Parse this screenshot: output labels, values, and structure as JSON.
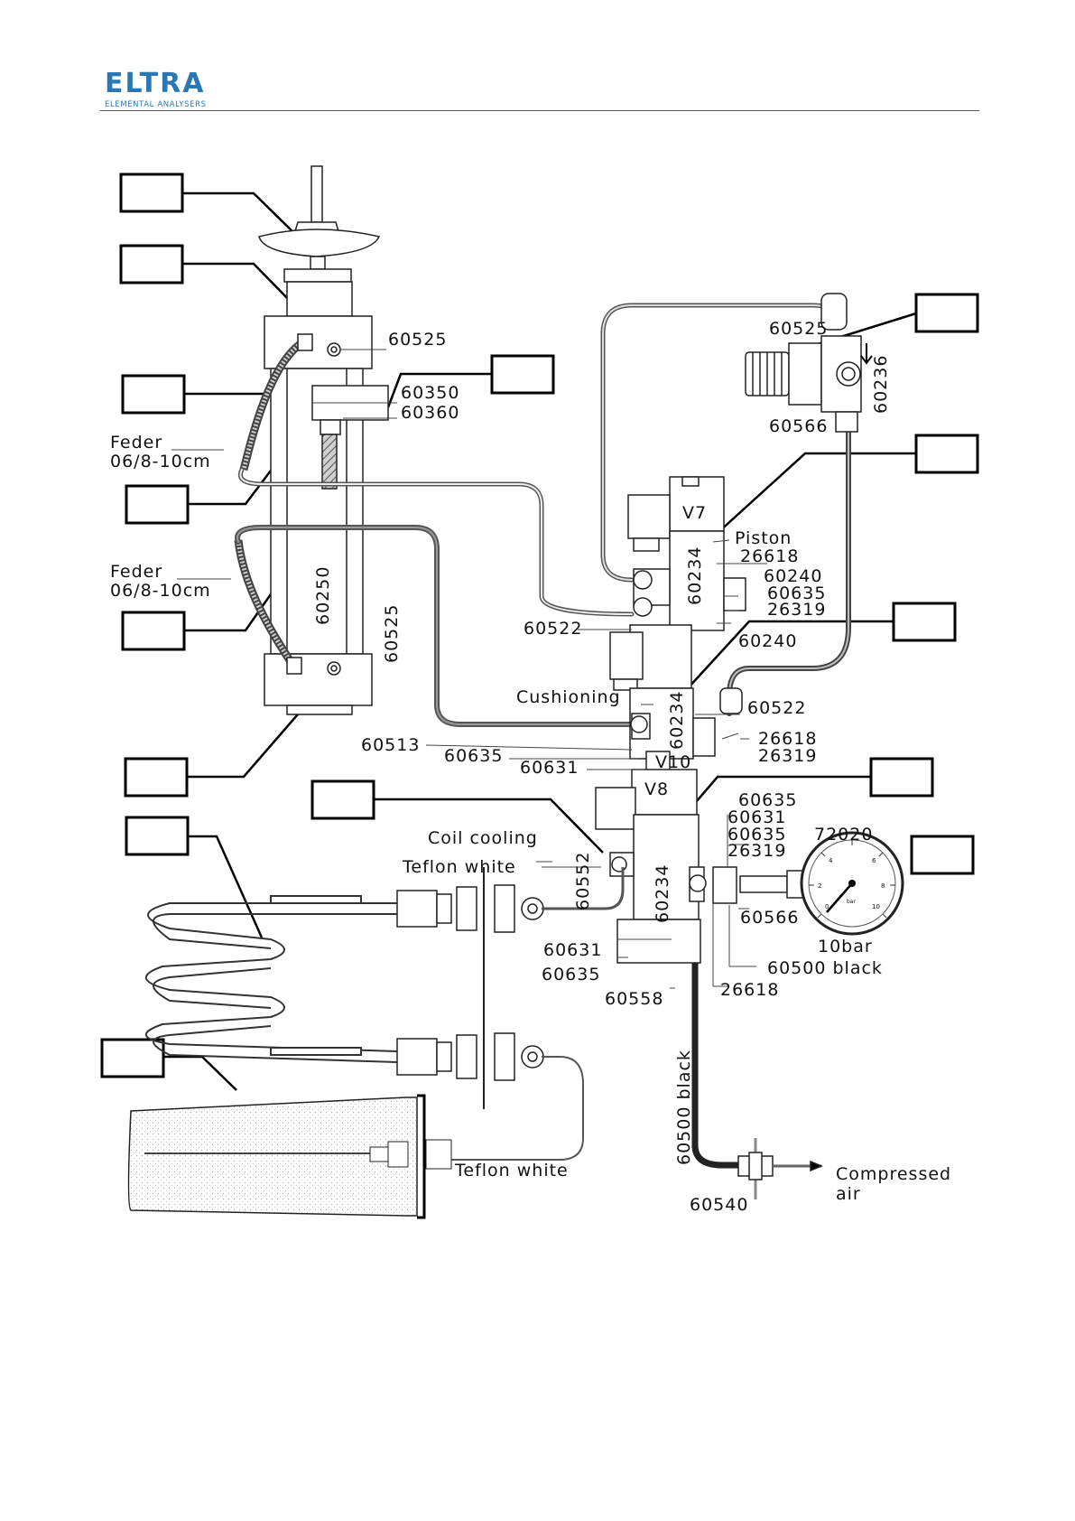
{
  "header": {
    "logo": "ELTRA",
    "logo_subtitle": "ELEMENTAL ANALYSERS"
  },
  "labels": {
    "l_60525_top": "60525",
    "l_60350": "60350",
    "l_60360": "60360",
    "l_feder1_a": "Feder",
    "l_feder1_b": "06/8-10cm",
    "l_feder2_a": "Feder",
    "l_feder2_b": "06/8-10cm",
    "l_60250": "60250",
    "l_60525_side": "60525",
    "l_60525_reg": "60525",
    "l_60236": "60236",
    "l_60566_reg": "60566",
    "l_v7": "V7",
    "l_piston": "Piston",
    "l_v7_60234": "60234",
    "l_26618_a": "26618",
    "l_60240_a": "60240",
    "l_60635_a": "60635",
    "l_26319_a": "26319",
    "l_60522_a": "60522",
    "l_60240_b": "60240",
    "l_cushioning": "Cushioning",
    "l_v10_60234": "60234",
    "l_60522_b": "60522",
    "l_26618_b": "26618",
    "l_26319_b": "26319",
    "l_60513": "60513",
    "l_60635_b": "60635",
    "l_60631_b": "60631",
    "l_v10": "V10",
    "l_v8": "V8",
    "l_60635_c": "60635",
    "l_60631_c": "60631",
    "l_60635_d": "60635",
    "l_72020": "72020",
    "l_26319_c": "26319",
    "l_coil": "Coil cooling",
    "l_teflon1": "Teflon white",
    "l_60552": "60552",
    "l_v8_60234": "60234",
    "l_60566_c": "60566",
    "l_10bar": "10bar",
    "l_60631_d": "60631",
    "l_60500": "60500 black",
    "l_60635_e": "60635",
    "l_26618_c": "26618",
    "l_60558": "60558",
    "l_60500_v": "60500 black",
    "l_teflon2": "Teflon white",
    "l_compressed_a": "Compressed",
    "l_compressed_b": "air",
    "l_60540": "60540"
  },
  "gauge": {
    "scale": [
      "0",
      "2",
      "4",
      "6",
      "8",
      "10"
    ],
    "unit": "bar"
  }
}
